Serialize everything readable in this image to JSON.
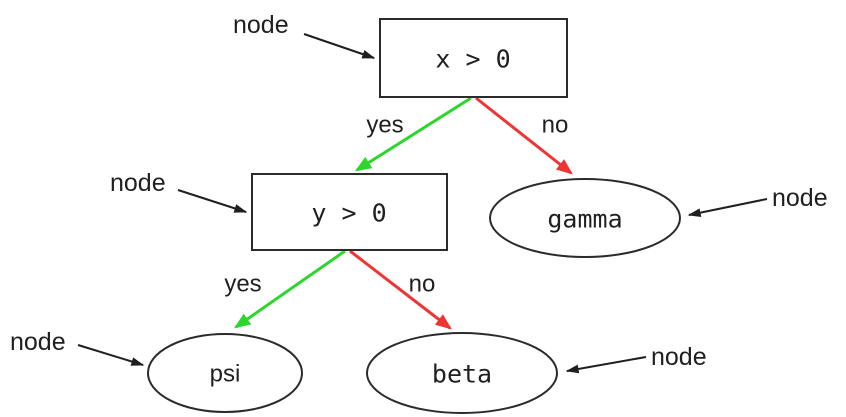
{
  "figure": {
    "description": "decision tree diagram",
    "annotation_text": "node",
    "colors": {
      "edge_yes": "#2dd62d",
      "edge_no": "#ef3434",
      "outline": "#2b2b2b",
      "text": "#1f1f1f",
      "background": "#ffffff"
    },
    "nodes": [
      {
        "id": "root",
        "shape": "rect",
        "label": "x > 0"
      },
      {
        "id": "internal",
        "shape": "rect",
        "label": "y > 0"
      },
      {
        "id": "gamma",
        "shape": "ellipse",
        "label": "gamma"
      },
      {
        "id": "psi",
        "shape": "ellipse",
        "label": "psi"
      },
      {
        "id": "beta",
        "shape": "ellipse",
        "label": "beta"
      }
    ],
    "edges": [
      {
        "from": "root",
        "to": "internal",
        "label": "yes",
        "color": "#2dd62d"
      },
      {
        "from": "root",
        "to": "gamma",
        "label": "no",
        "color": "#ef3434"
      },
      {
        "from": "internal",
        "to": "psi",
        "label": "yes",
        "color": "#2dd62d"
      },
      {
        "from": "internal",
        "to": "beta",
        "label": "no",
        "color": "#ef3434"
      }
    ],
    "annotations": [
      {
        "text": "node",
        "target": "root"
      },
      {
        "text": "node",
        "target": "internal"
      },
      {
        "text": "node",
        "target": "gamma"
      },
      {
        "text": "node",
        "target": "psi"
      },
      {
        "text": "node",
        "target": "beta"
      }
    ]
  }
}
